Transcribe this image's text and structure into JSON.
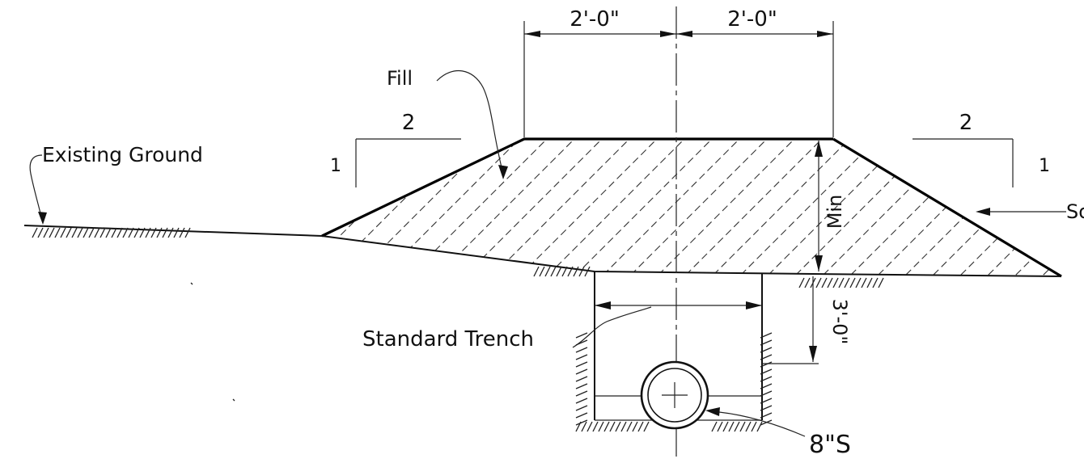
{
  "labels": {
    "top_dim_left": "2'-0\"",
    "top_dim_right": "2'-0\"",
    "fill": "Fill",
    "slope_left_run": "2",
    "slope_left_rise": "1",
    "slope_right_run": "2",
    "slope_right_rise": "1",
    "existing_ground": "Existing Ground",
    "min": "Min",
    "depth": "3'-0\"",
    "trench": "Standard Trench",
    "pipe": "8\"S",
    "so": "So"
  }
}
